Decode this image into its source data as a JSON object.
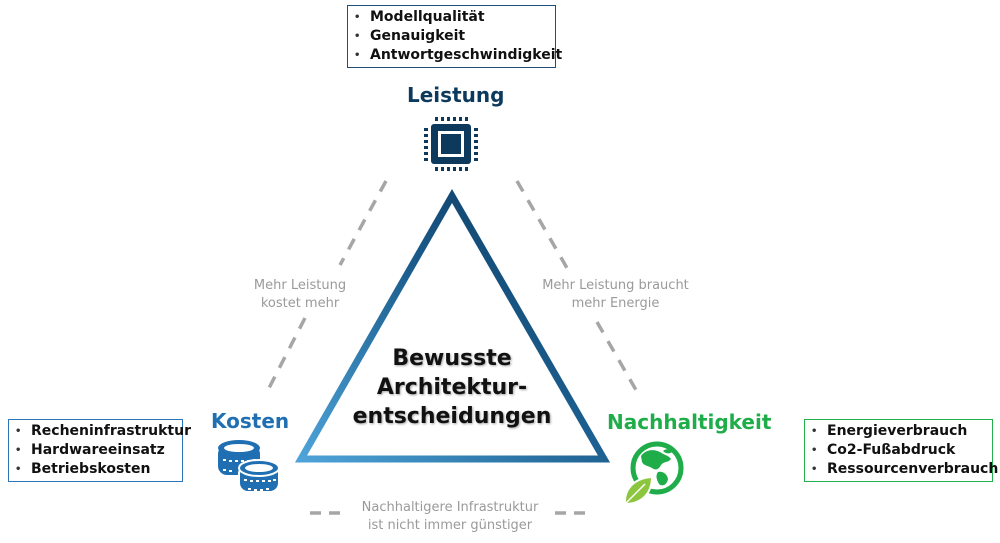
{
  "center": {
    "lines": [
      "Bewusste",
      "Architektur-",
      "entscheidungen"
    ]
  },
  "nodes": {
    "performance": {
      "title": "Leistung",
      "icon": "cpu-chip-icon",
      "color": "#0d3a5c",
      "items": [
        "Modellqualität",
        "Genauigkeit",
        "Antwortgeschwindigkeit"
      ]
    },
    "cost": {
      "title": "Kosten",
      "icon": "coins-icon",
      "color": "#1f6fb2",
      "items": [
        "Recheninfrastruktur",
        "Hardwareeinsatz",
        "Betriebskosten"
      ]
    },
    "sustainability": {
      "title": "Nachhaltigkeit",
      "icon": "globe-leaf-icon",
      "color": "#1fad4a",
      "items": [
        "Energieverbrauch",
        "Co2-Fußabdruck",
        "Ressourcenverbrauch"
      ]
    }
  },
  "tradeoffs": {
    "performance_cost": [
      "Mehr Leistung",
      "kostet mehr"
    ],
    "performance_sustainability": [
      "Mehr Leistung braucht",
      "mehr Energie"
    ],
    "sustainability_cost": [
      "Nachhaltigere Infrastruktur",
      "ist nicht immer günstiger"
    ]
  },
  "colors": {
    "triangle_gradient_start": "#4ea3d8",
    "triangle_gradient_end": "#0b3457",
    "dashed_line": "#a6a6a6",
    "note_text": "#9a9a9a"
  }
}
